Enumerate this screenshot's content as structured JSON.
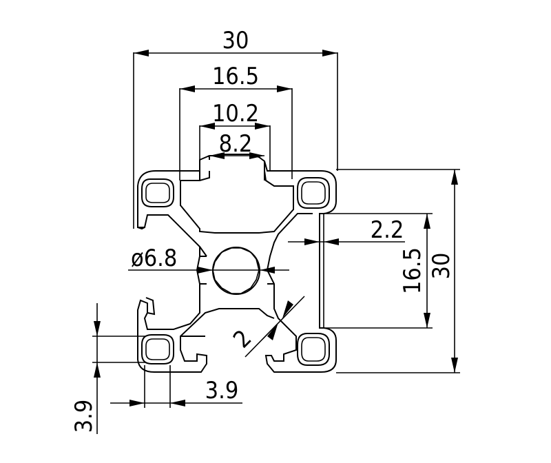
{
  "drawing": {
    "type": "aluminium extrusion profile cross-section",
    "line_color": "#000000",
    "background": "#ffffff"
  },
  "dimensions": {
    "overall_width": "30",
    "slot_outer_width": "16.5",
    "slot_mid_width": "10.2",
    "slot_opening_width": "8.2",
    "center_bore_diameter": "ø6.8",
    "wall_thickness": "2.2",
    "inner_height": "16.5",
    "overall_height": "30",
    "web_thickness": "2",
    "corner_hole_height": "3.9",
    "corner_hole_width": "3.9"
  }
}
